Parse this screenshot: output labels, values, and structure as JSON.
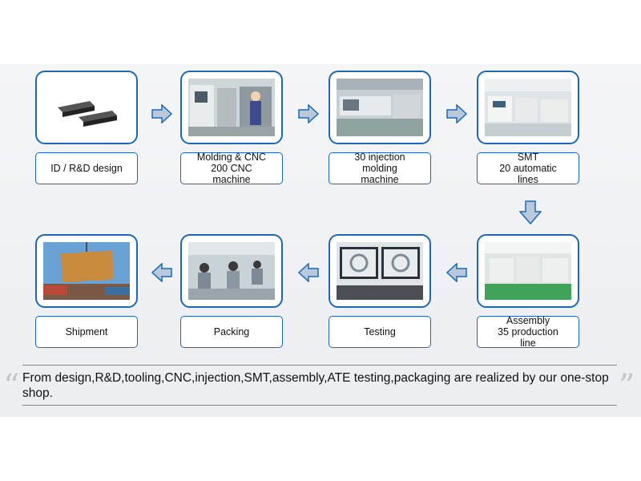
{
  "steps": [
    {
      "label": "ID / R&D design"
    },
    {
      "label": "Molding & CNC\n200 CNC\nmachine"
    },
    {
      "label": "30 injection\nmolding\nmachine"
    },
    {
      "label": "SMT\n20 automatic\nlines"
    },
    {
      "label": "Assembly\n35 production\nline"
    },
    {
      "label": "Testing"
    },
    {
      "label": "Packing"
    },
    {
      "label": "Shipment"
    }
  ],
  "caption": "From design,R&D,tooling,CNC,injection,SMT,assembly,ATE testing,packaging are realized by our one-stop shop.",
  "colors": {
    "border": "#1b68b8",
    "arrow_fill": "#b9c9dc",
    "arrow_stroke": "#1b68b8"
  }
}
